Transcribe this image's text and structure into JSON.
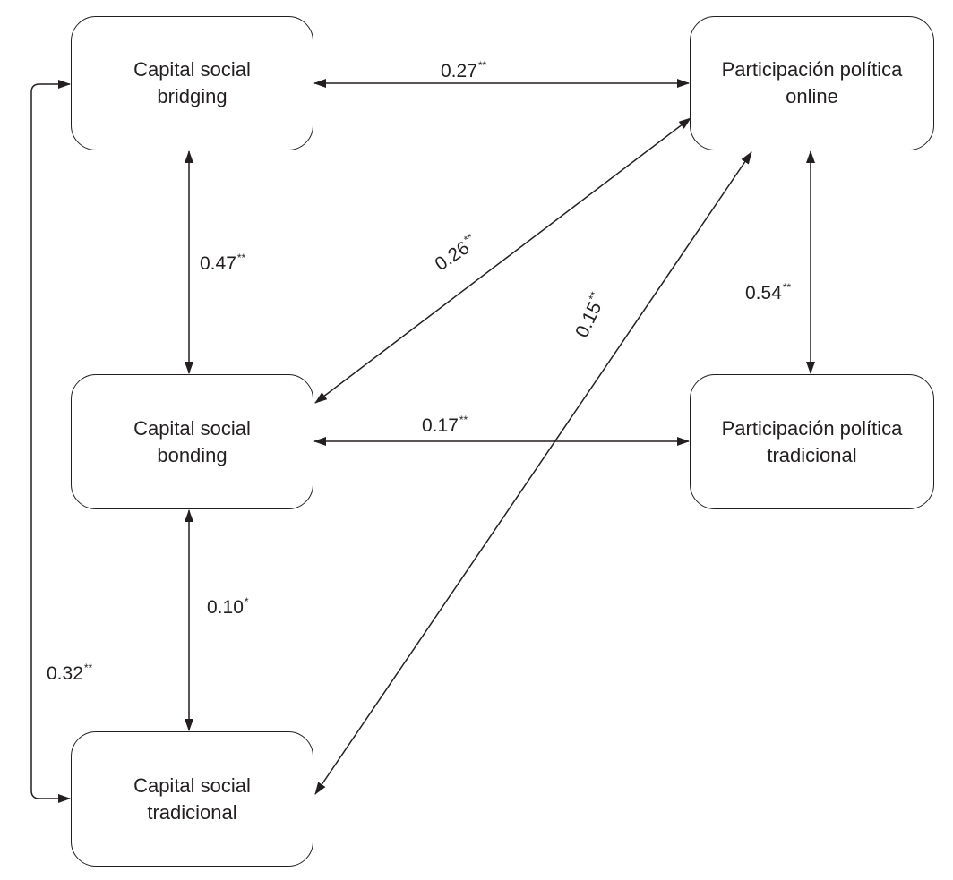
{
  "nodes": {
    "bridging": {
      "line1": "Capital social",
      "line2": "bridging"
    },
    "bonding": {
      "line1": "Capital social",
      "line2": "bonding"
    },
    "tradicional": {
      "line1": "Capital social",
      "line2": "tradicional"
    },
    "online": {
      "line1": "Participación política",
      "line2": "online"
    },
    "ptradicional": {
      "line1": "Participación política",
      "line2": "tradicional"
    }
  },
  "edges": {
    "bridging_online": {
      "value": "0.27",
      "sig": "**"
    },
    "bridging_bonding": {
      "value": "0.47",
      "sig": "**"
    },
    "bonding_online": {
      "value": "0.26",
      "sig": "**"
    },
    "tradicional_online": {
      "value": "0.15",
      "sig": "**"
    },
    "online_ptradicional": {
      "value": "0.54",
      "sig": "**"
    },
    "bonding_ptradicional": {
      "value": "0.17",
      "sig": "**"
    },
    "bonding_tradicional": {
      "value": "0.10",
      "sig": "*"
    },
    "bridging_tradicional": {
      "value": "0.32",
      "sig": "**"
    }
  },
  "colors": {
    "line": "#231f20",
    "background": "#ffffff"
  }
}
